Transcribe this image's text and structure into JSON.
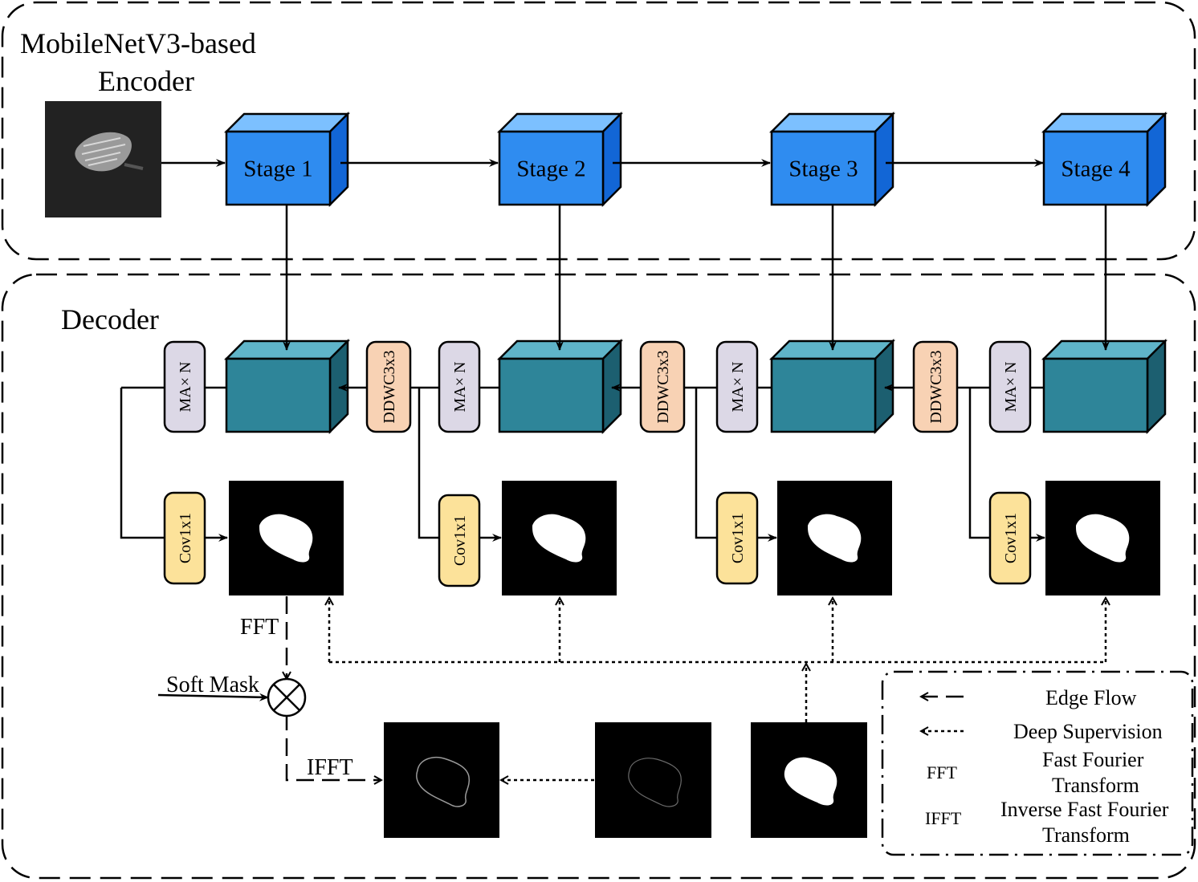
{
  "encoder": {
    "title_line1": "MobileNetV3-based",
    "title_line2": "Encoder",
    "stages": [
      "Stage 1",
      "Stage 2",
      "Stage 3",
      "Stage 4"
    ]
  },
  "decoder": {
    "title": "Decoder",
    "ma_label": "MA× N",
    "ddwc_label": "DDWC3x3",
    "conv_label": "Cov1x1"
  },
  "edge_branch": {
    "fft_label": "FFT",
    "soft_mask_label": "Soft Mask",
    "ifft_label": "IFFT"
  },
  "legend": {
    "edge_flow": "Edge Flow",
    "deep_supervision": "Deep Supervision",
    "fft_abbr": "FFT",
    "fft_line1": "Fast Fourier",
    "fft_line2": "Transform",
    "ifft_abbr": "IFFT",
    "ifft_line1": "Inverse Fast Fourier",
    "ifft_line2": "Transform"
  },
  "colors": {
    "encoder_front": "#2f8cf0",
    "encoder_top": "#7cc0ff",
    "encoder_side": "#1266d6",
    "decoder_front": "#2e8599",
    "decoder_top": "#5fb4c9",
    "decoder_side": "#1c5f70",
    "ma_fill": "#dcd8e6",
    "ddwc_fill": "#f8d2b4",
    "conv_fill": "#fce29a"
  }
}
